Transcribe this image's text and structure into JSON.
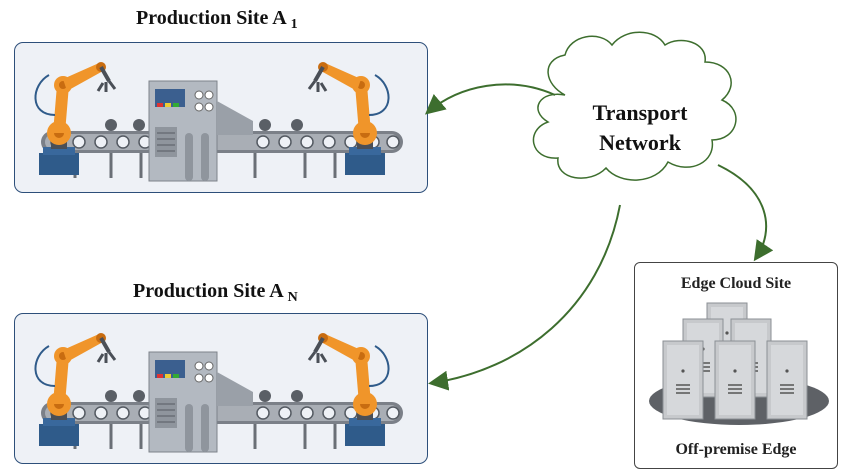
{
  "sites": [
    {
      "title": "Production Site A",
      "subscript": "1"
    },
    {
      "title": "Production Site A",
      "subscript": "N"
    }
  ],
  "cloud": {
    "line1": "Transport",
    "line2": "Network"
  },
  "edge": {
    "title": "Edge Cloud Site",
    "footer": "Off-premise Edge"
  },
  "colors": {
    "panel_border": "#2d4f7a",
    "robot_orange": "#f0952a",
    "arrow_green": "#3d6e2e",
    "conveyor": "#7b8088",
    "machine": "#b3b9c1",
    "server": "#c7c9cc"
  }
}
